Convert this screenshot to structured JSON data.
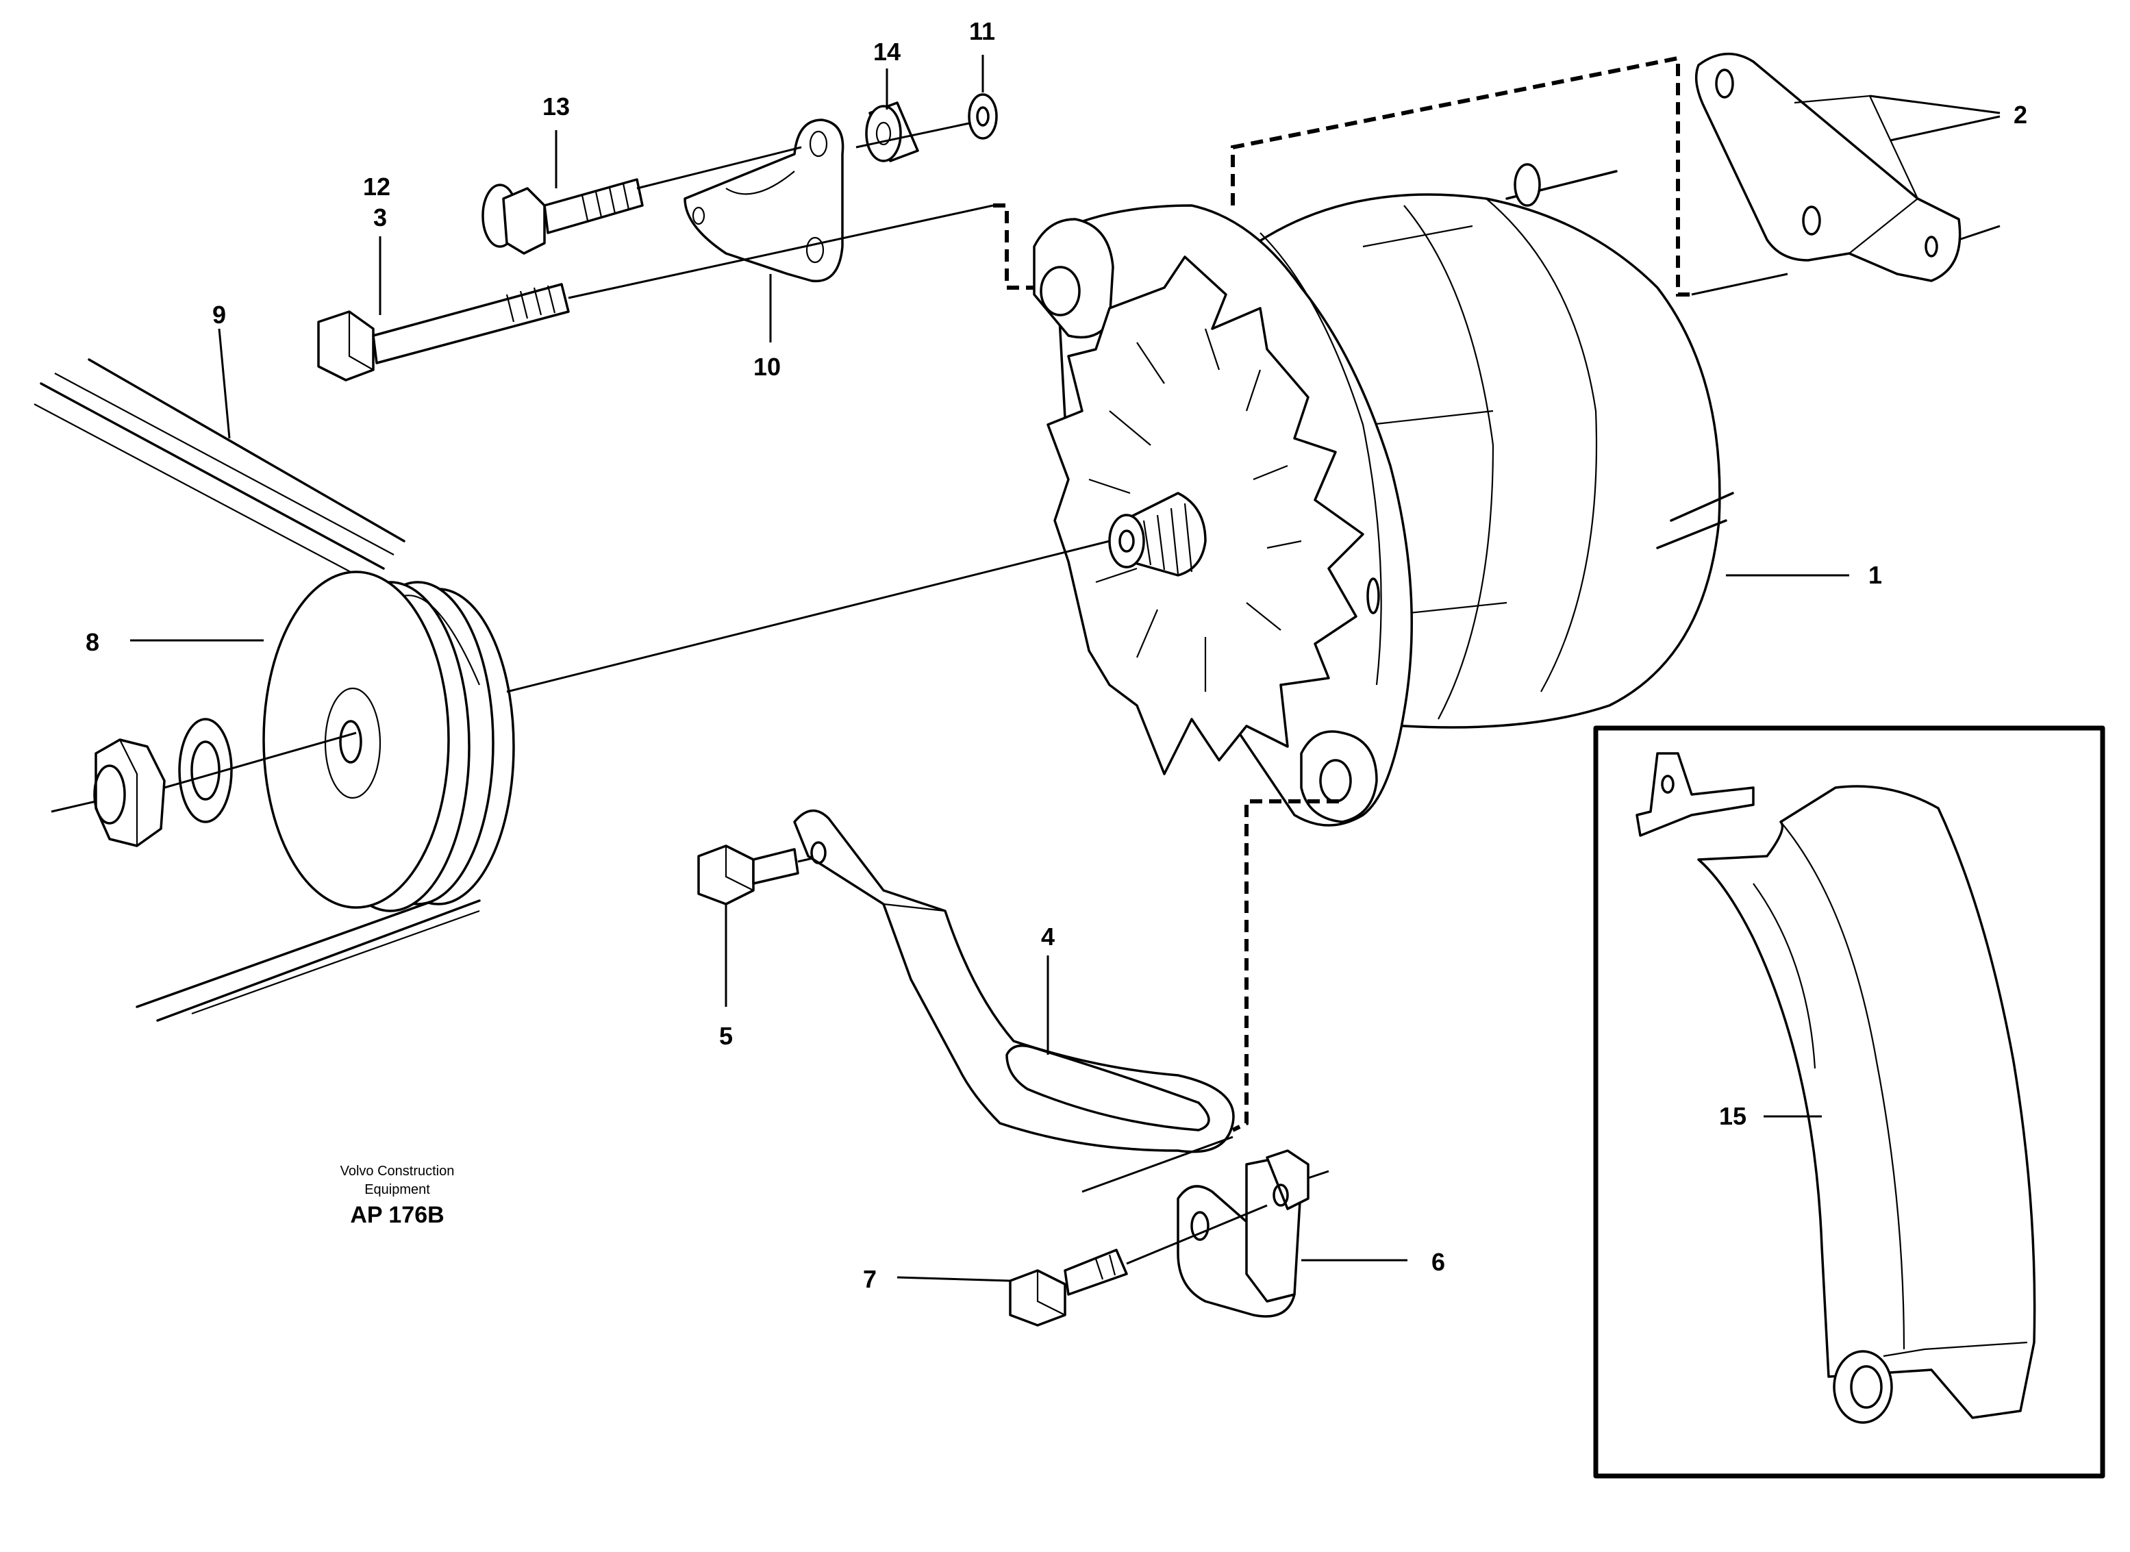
{
  "part_labels": {
    "p1": "1",
    "p2": "2",
    "p3": "3",
    "p4": "4",
    "p5": "5",
    "p6": "6",
    "p7": "7",
    "p8": "8",
    "p9": "9",
    "p10": "10",
    "p11": "11",
    "p12": "12",
    "p13": "13",
    "p14": "14",
    "p15": "15"
  },
  "caption": {
    "line1": "Volvo Construction",
    "line2": "Equipment",
    "code": "AP 176B"
  }
}
